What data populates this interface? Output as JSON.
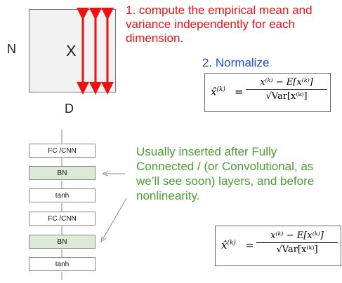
{
  "top": {
    "dim_n": "N",
    "dim_x": "X",
    "dim_d": "D",
    "step1_lines": [
      "1. compute the empirical mean and",
      "variance independently for each",
      "dimension."
    ],
    "step2": "2. Normalize"
  },
  "formula": {
    "lhs": "x̂",
    "lhs_sup": "(k)",
    "equals": "=",
    "numerator": "x⁽ᵏ⁾ − E[x⁽ᵏ⁾]",
    "denominator": "√Var[x⁽ᵏ⁾]"
  },
  "network": {
    "layers": [
      "FC /CNN",
      "BN",
      "tanh",
      "FC /CNN",
      "BN",
      "tanh"
    ]
  },
  "note_lines": [
    "Usually inserted after Fully",
    "Connected / (or Convolutional, as",
    "we’ll see soon) layers, and before",
    "nonlinearity."
  ],
  "colors": {
    "red": "#ee1111",
    "blue": "#1f4fd6",
    "green": "#4a9e32",
    "bn_fill": "#dbe9d5"
  }
}
